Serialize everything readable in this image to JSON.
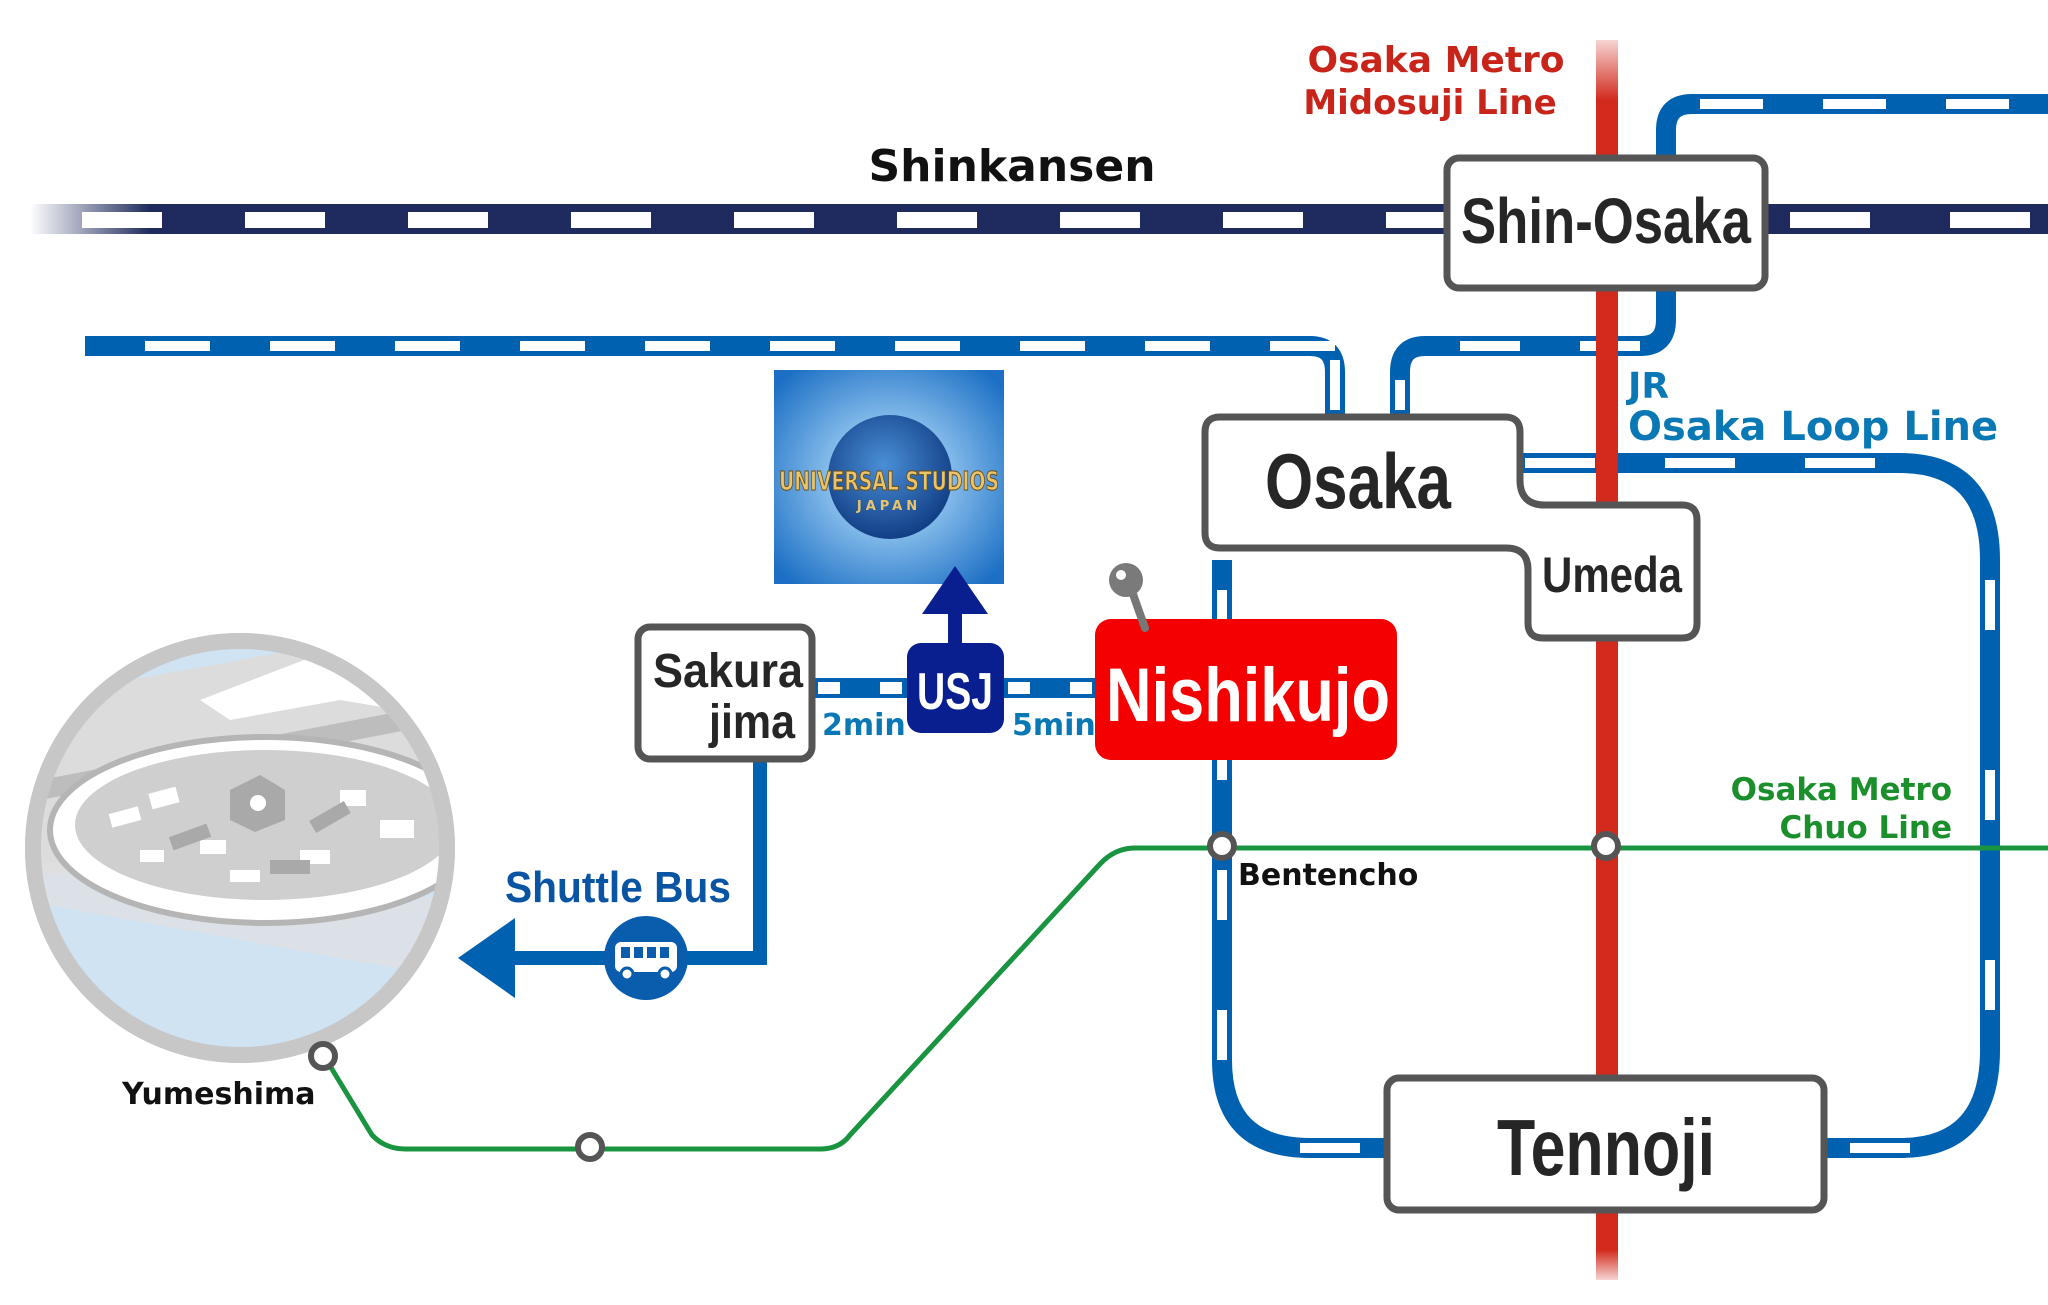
{
  "lines": {
    "shinkansen": {
      "label": "Shinkansen",
      "color": "#1f2b5e"
    },
    "jr_west": {
      "color": "#0061b0"
    },
    "midosuji": {
      "label_line1": "Osaka Metro",
      "label_line2": "Midosuji Line",
      "color": "#d22b1e"
    },
    "loop": {
      "label_line1": "JR",
      "label_line2": "Osaka Loop Line",
      "color": "#0061b0",
      "label_color": "#0a78b4"
    },
    "chuo": {
      "label_line1": "Osaka Metro",
      "label_line2": "Chuo Line",
      "color": "#1a9440",
      "label_color": "#1a8f2c"
    },
    "yumesaki": {
      "color": "#0061b0"
    }
  },
  "stations": {
    "shin_osaka": "Shin-Osaka",
    "osaka": "Osaka",
    "umeda": "Umeda",
    "sakurajima_line1": "Sakura",
    "sakurajima_line2": "jima",
    "usj": "USJ",
    "nishikujo": "Nishikujo",
    "bentencho": "Bentencho",
    "tennoji": "Tennoji",
    "yumeshima": "Yumeshima"
  },
  "travel_times": {
    "sakurajima_usj": "2min",
    "usj_nishikujo": "5min"
  },
  "shuttle_bus": {
    "label": "Shuttle Bus",
    "icon": "bus-icon"
  },
  "usj_logo": {
    "line1": "UNIVERSAL STUDIOS",
    "line2": "JAPAN"
  },
  "colors": {
    "station_border": "#555555",
    "nishikujo_bg": "#f50000",
    "usj_badge": "#0a1f8f",
    "text_dark": "#1a1a1a",
    "water": "#cfe3f3",
    "expo_gray": "#c7c7c7"
  },
  "icons": {
    "pin": "map-pin-icon",
    "arrow_up": "arrow-up-icon",
    "arrow_left": "arrow-left-icon"
  }
}
